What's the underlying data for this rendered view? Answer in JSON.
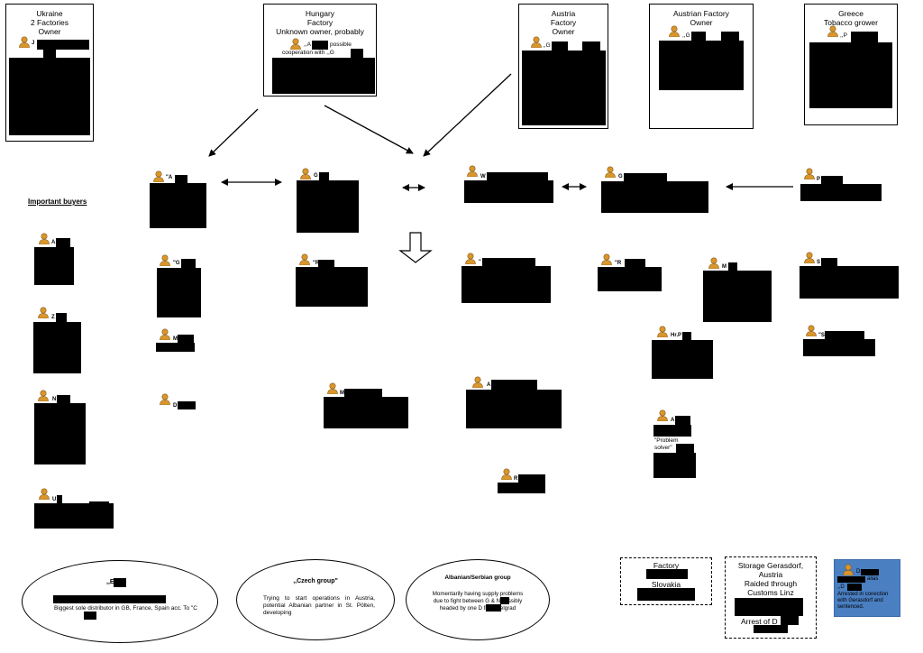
{
  "producers": {
    "ukraine": {
      "title": "Ukraine",
      "line2": "2 Factories",
      "line3": "Owner",
      "person_initial": "J"
    },
    "hungary": {
      "title": "Hungary",
      "line2": "Factory",
      "line3": "Unknown owner, probably",
      "person_text_a": ",,A",
      "person_text_b": "possible",
      "person_text_c": "cooperation with ,,G"
    },
    "austria": {
      "title": "Austria",
      "line2": "Factory",
      "line3": "Owner",
      "person_text": ",,G         & J"
    },
    "austrian_factory": {
      "title": "Austrian Factory",
      "line2": "Owner",
      "person_text": ",,G       & J"
    },
    "greece": {
      "title": "Greece",
      "line2": "Tobacco grower",
      "person_text": ",,P"
    }
  },
  "nodes": {
    "row1": [
      {
        "label": "\"A"
      },
      {
        "label": "G"
      },
      {
        "label": "W"
      },
      {
        "label": "G"
      },
      {
        "label": "P"
      }
    ],
    "row2": [
      {
        "label": "\"G"
      },
      {
        "label": "\"R"
      },
      {
        "label": "\""
      },
      {
        "label": "\"R"
      },
      {
        "label": "M"
      },
      {
        "label": "S"
      }
    ],
    "row3": [
      {
        "label": "M"
      },
      {
        "label": "Hr.P"
      },
      {
        "label": "\"S"
      }
    ],
    "row4": [
      {
        "label": "D"
      },
      {
        "label": "M"
      },
      {
        "label": "A"
      },
      {
        "label": "A"
      }
    ],
    "problem_solver": "\"Problem solver\"",
    "r_node": "R"
  },
  "buyers": {
    "heading": "Important buyers",
    "items": [
      {
        "label": "A"
      },
      {
        "label": "Z"
      },
      {
        "label": "N"
      },
      {
        "label": "U"
      }
    ]
  },
  "groups": {
    "e_group": {
      "title": ",,E",
      "text": "Biggest sole distributor in GB, France, Spain acc. To \"C"
    },
    "czech_group": {
      "title": ",,Czech group\"",
      "text": "Trying to start operations in Austria, potential Albanian partner in St. Pölten, developing"
    },
    "albanian_group": {
      "title": "Albanian/Serbian group",
      "text": "Momentarily having supply problems due to fight between G      & N        possibly headed by one D           from Belgrad"
    }
  },
  "bottom_boxes": {
    "factory": {
      "line1": "Factory",
      "line2": "Slovakia"
    },
    "storage": {
      "line1": "Storage Gerasdorf,",
      "line2": "Austria",
      "line3": "Raided through",
      "line4": "Customs Linz",
      "arrest": "Arrest of D"
    },
    "note": {
      "name": "D",
      "alias": "alias",
      "alias_name": ",,D",
      "text": "Arrested in conection with Gerasdorf and sentenced."
    }
  },
  "colors": {
    "person_orange": "#d8962c",
    "person_dark": "#8a5a1a",
    "note_blue": "#4a7fc1"
  }
}
